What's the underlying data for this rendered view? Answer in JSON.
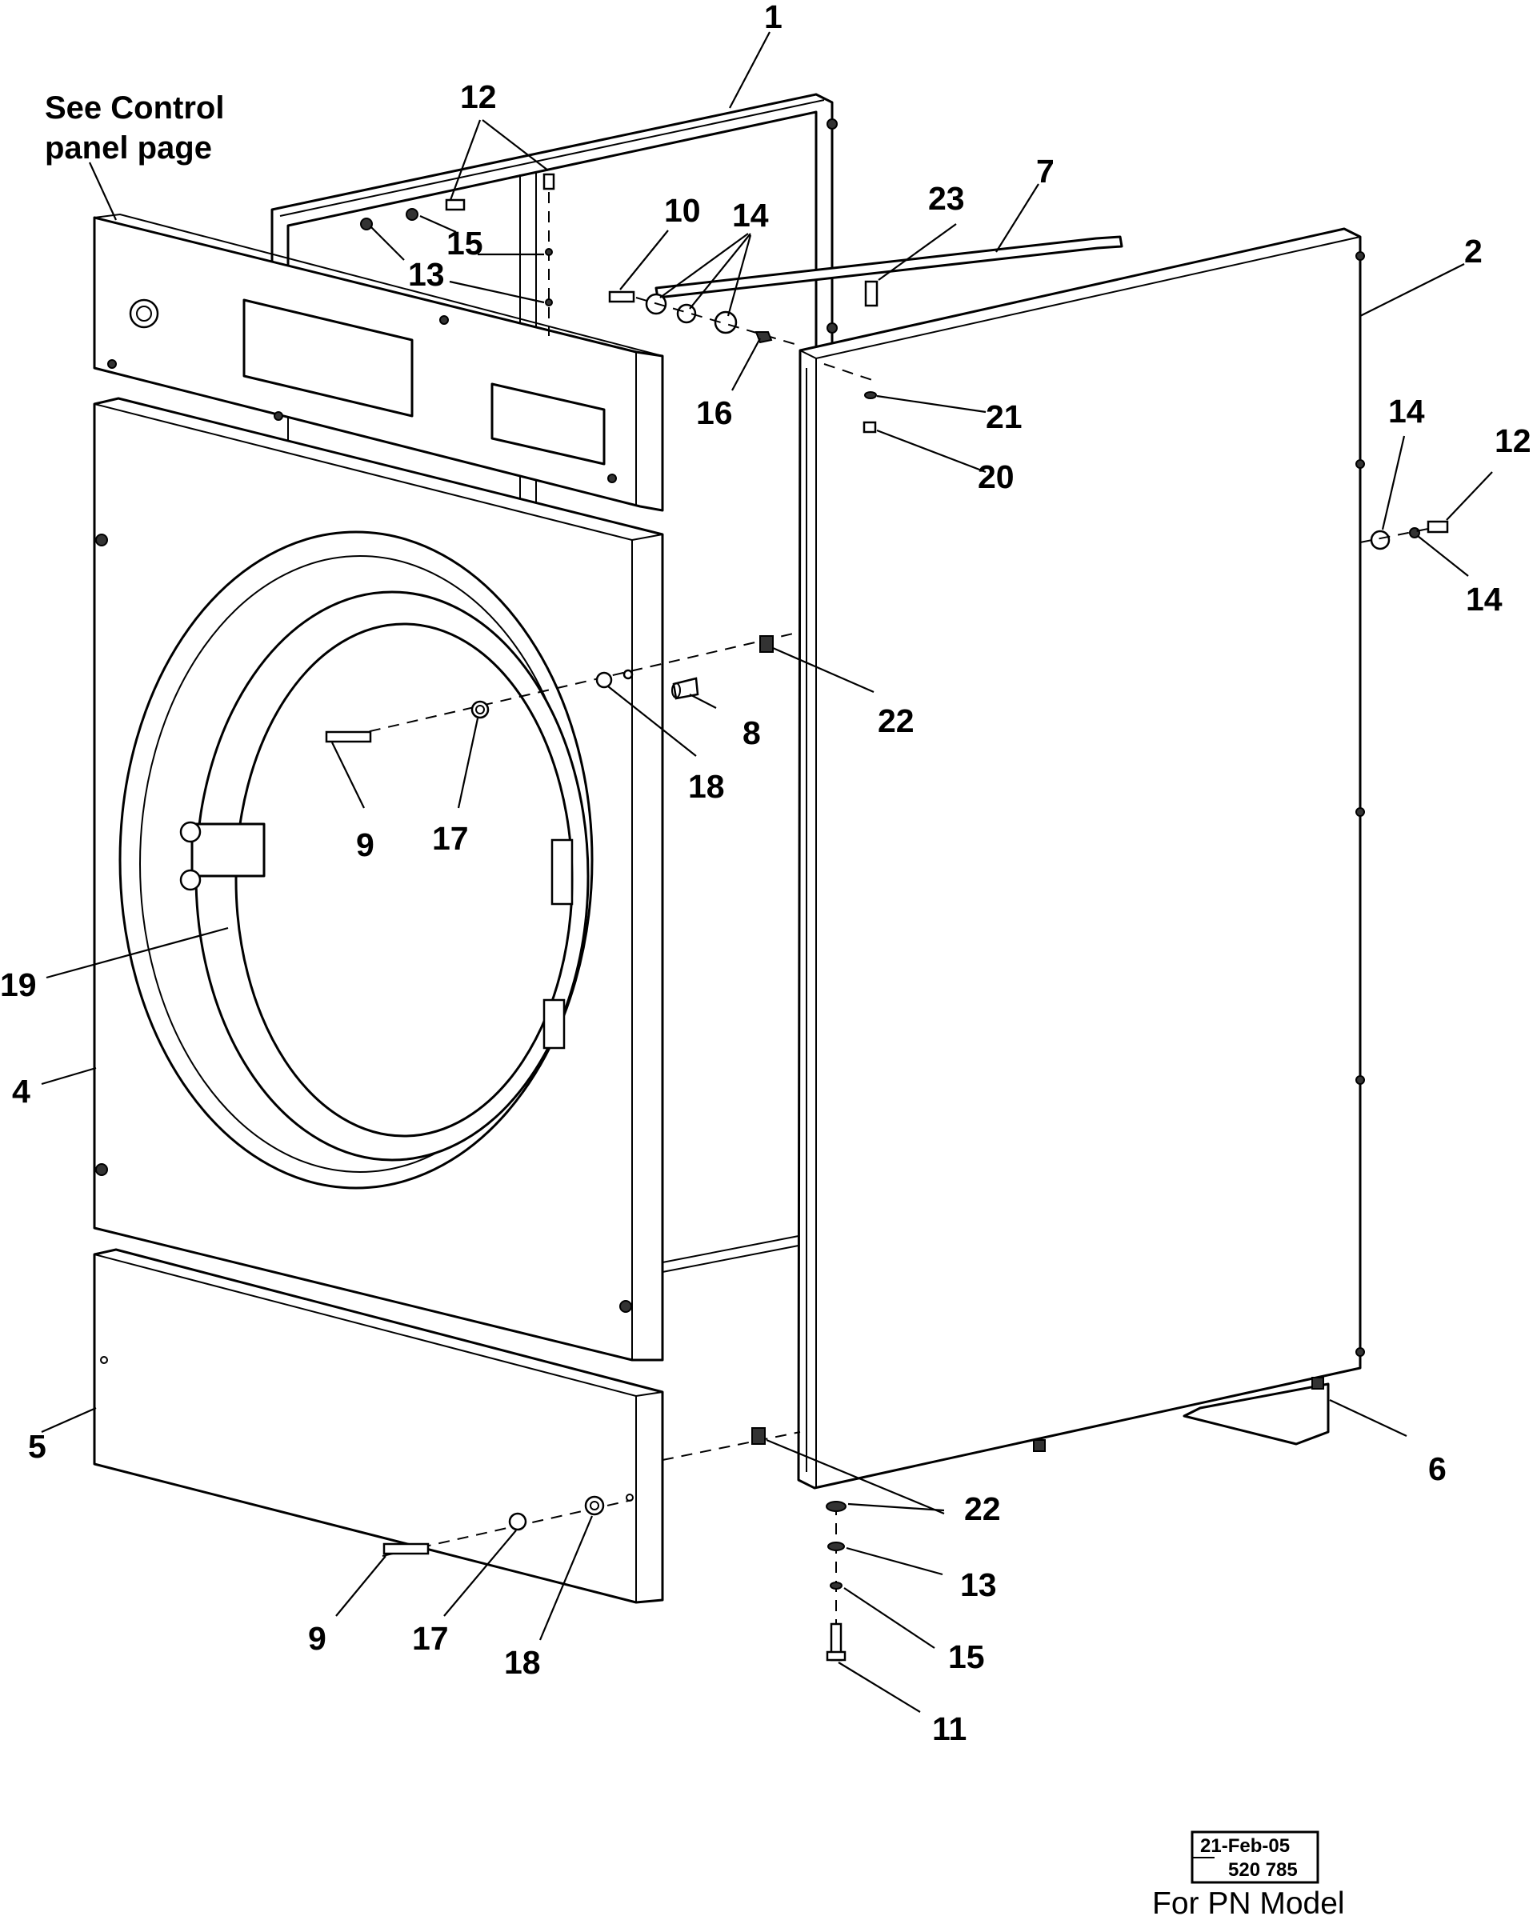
{
  "note": {
    "line1": "See Control",
    "line2": "panel page"
  },
  "callouts": [
    {
      "id": "c1",
      "text": "1"
    },
    {
      "id": "c12a",
      "text": "12"
    },
    {
      "id": "c15a",
      "text": "15"
    },
    {
      "id": "c13a",
      "text": "13"
    },
    {
      "id": "c10",
      "text": "10"
    },
    {
      "id": "c14a",
      "text": "14"
    },
    {
      "id": "c23",
      "text": "23"
    },
    {
      "id": "c7",
      "text": "7"
    },
    {
      "id": "c2",
      "text": "2"
    },
    {
      "id": "c16",
      "text": "16"
    },
    {
      "id": "c21",
      "text": "21"
    },
    {
      "id": "c20",
      "text": "20"
    },
    {
      "id": "c14b",
      "text": "14"
    },
    {
      "id": "c12b",
      "text": "12"
    },
    {
      "id": "c14c",
      "text": "14"
    },
    {
      "id": "c22a",
      "text": "22"
    },
    {
      "id": "c8",
      "text": "8"
    },
    {
      "id": "c18a",
      "text": "18"
    },
    {
      "id": "c9a",
      "text": "9"
    },
    {
      "id": "c17a",
      "text": "17"
    },
    {
      "id": "c19",
      "text": "19"
    },
    {
      "id": "c4",
      "text": "4"
    },
    {
      "id": "c5",
      "text": "5"
    },
    {
      "id": "c6",
      "text": "6"
    },
    {
      "id": "c22b",
      "text": "22"
    },
    {
      "id": "c13b",
      "text": "13"
    },
    {
      "id": "c15b",
      "text": "15"
    },
    {
      "id": "c11",
      "text": "11"
    },
    {
      "id": "c9b",
      "text": "9"
    },
    {
      "id": "c17b",
      "text": "17"
    },
    {
      "id": "c18b",
      "text": "18"
    }
  ],
  "stamp": {
    "date": "21-Feb-05",
    "number": "520 785"
  },
  "caption": "For PN Model"
}
